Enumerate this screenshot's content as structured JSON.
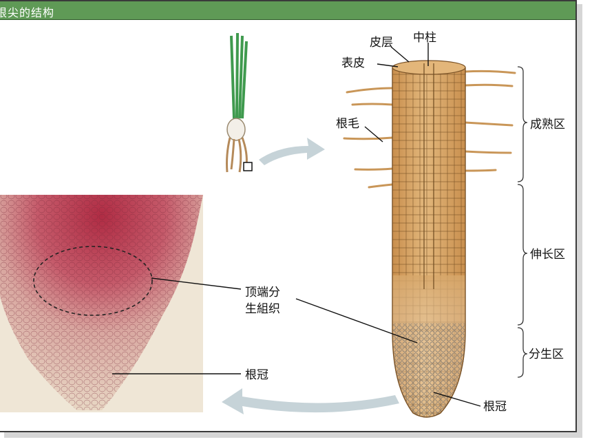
{
  "title": "根尖的结构",
  "labels": {
    "cortex": "皮层",
    "stele": "中柱",
    "epidermis": "表皮",
    "root_hair": "根毛",
    "maturation_zone": "成熟区",
    "elongation_zone": "伸长区",
    "meristem_zone": "分生区",
    "root_cap_right": "根冠",
    "apical_meristem_line1": "顶端分",
    "apical_meristem_line2": "生組织",
    "root_cap_left": "根冠"
  },
  "colors": {
    "title_bar": "#5f9a56",
    "root_tan": "#d7a76a",
    "micrograph_red": "#b8344a",
    "arrow_gray": "#b9c9cf"
  }
}
